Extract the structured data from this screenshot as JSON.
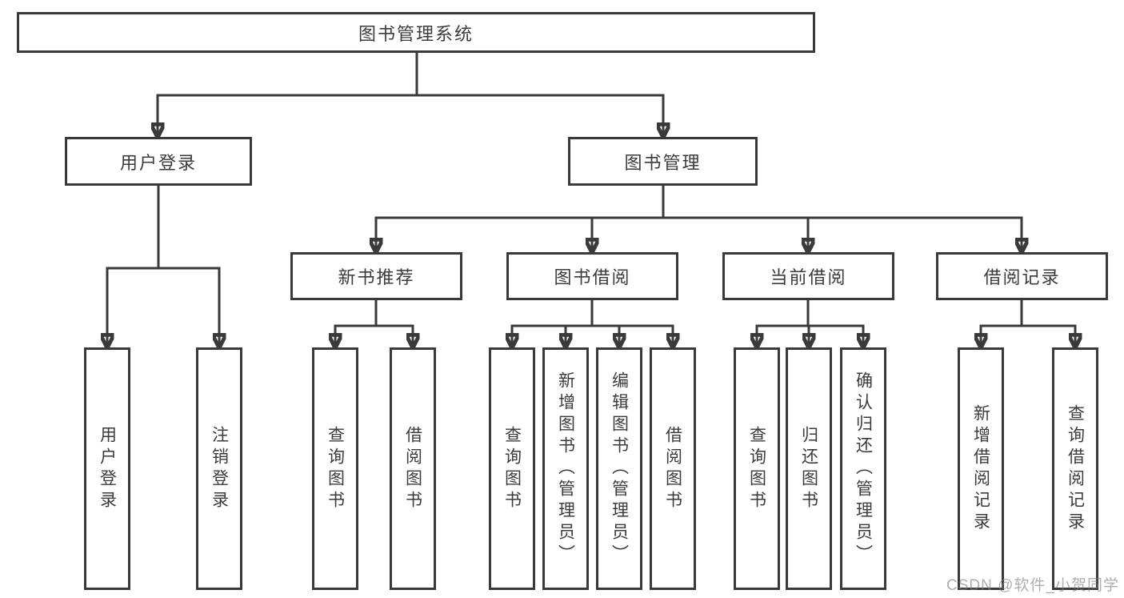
{
  "title": "图书管理系统",
  "tree": {
    "root": {
      "label": "图书管理系统"
    },
    "branches": [
      {
        "label": "用户登录",
        "children": [
          {
            "label": "用户登录"
          },
          {
            "label": "注销登录"
          }
        ]
      },
      {
        "label": "图书管理",
        "sections": [
          {
            "label": "新书推荐",
            "children": [
              {
                "label": "查询图书"
              },
              {
                "label": "借阅图书"
              }
            ]
          },
          {
            "label": "图书借阅",
            "children": [
              {
                "label": "查询图书"
              },
              {
                "label": "新增图书（管理员）"
              },
              {
                "label": "编辑图书（管理员）"
              },
              {
                "label": "借阅图书"
              }
            ]
          },
          {
            "label": "当前借阅",
            "children": [
              {
                "label": "查询图书"
              },
              {
                "label": "归还图书"
              },
              {
                "label": "确认归还（管理员）"
              }
            ]
          },
          {
            "label": "借阅记录",
            "children": [
              {
                "label": "新增借阅记录"
              },
              {
                "label": "查询借阅记录"
              }
            ]
          }
        ]
      }
    ]
  },
  "watermark": "CSDN @软件_小贺同学",
  "colors": {
    "line": "#3a3a3a",
    "text": "#3b3b3b",
    "background": "#ffffff",
    "watermark": "#7d7d7d"
  }
}
